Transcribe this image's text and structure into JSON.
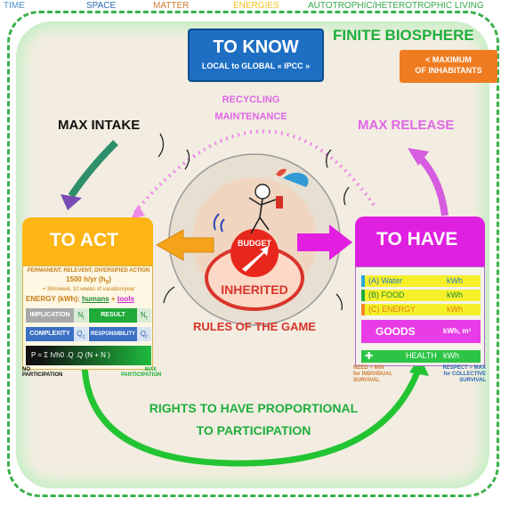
{
  "top_labels": {
    "time": "TIME",
    "space": "SPACE",
    "matter": "MATTER",
    "energies": "ENERGIES",
    "living": "AUTOTROPHIC/HETEROTROPHIC LIVING",
    "colors": {
      "time": "#4b8fc9",
      "space": "#2d66b5",
      "matter": "#d07a34",
      "energies": "#f3c21c",
      "living": "#36a84d"
    }
  },
  "finite_biosphere": "FINITE BIOSPHERE",
  "to_know": {
    "title": "TO KNOW",
    "subtitle": "LOCAL to GLOBAL « IPCC »"
  },
  "max_inhabitants": {
    "line1": "<  MAXIMUM",
    "line2": "OF INHABITANTS"
  },
  "recycling": {
    "line1": "RECYCLING",
    "line2": "MAINTENANCE"
  },
  "max_intake": "MAX INTAKE",
  "max_release": "MAX RELEASE",
  "center": {
    "budget": "BUDGET",
    "inherited": "INHERITED",
    "rules": "RULES OF THE GAME"
  },
  "to_act": {
    "title": "TO ACT",
    "line1": "PERMANENT, RELEVENT, DIVERSIFIED ACTION",
    "line2": "1500 h/yr (h",
    "line2_sub": "0",
    "line3": "= 36h/week, 10 weeks of vacation/year",
    "energy_label": "ENERGY (kWh):",
    "energy_humans": "humans",
    "energy_plus": "+",
    "energy_tools": "tools",
    "implication": "IMPLICATION",
    "n1": "N",
    "n1_sub": "i",
    "result": "RESULT",
    "n2": "N",
    "n2_sub": "r",
    "complexity": "COMPLEXITY",
    "q1": "Q",
    "q1_sub": "c",
    "responsibility": "RESPONSIBILITY",
    "q2": "Q",
    "q2_sub": "r",
    "formula": "P = Σ h/h0 .Q .Q (N + N )",
    "no_participation": "NO PARTICIPATION",
    "max_participation": "MAX PARTICIPATION"
  },
  "to_have": {
    "title": "TO HAVE",
    "water": "(A) Water",
    "water_unit": "kWh",
    "food": "(B) FOOD",
    "food_unit": "kWh",
    "energy": "(C) ENERGY",
    "energy_unit": "kWh",
    "goods": "GOODS",
    "goods_unit": "kWh, m³",
    "health": "HEALTH",
    "health_unit": "kWh",
    "need_line1": "NEED = MIN",
    "need_line2": "for INDIVIDUAL",
    "need_line3": "SURVIVAL",
    "respect_line1": "RESPECT = MAX",
    "respect_line2": "for COLLECTIVE",
    "respect_line3": "SURVIVAL"
  },
  "rights": {
    "line1": "RIGHTS TO HAVE PROPORTIONAL",
    "line2": "TO PARTICIPATION"
  }
}
